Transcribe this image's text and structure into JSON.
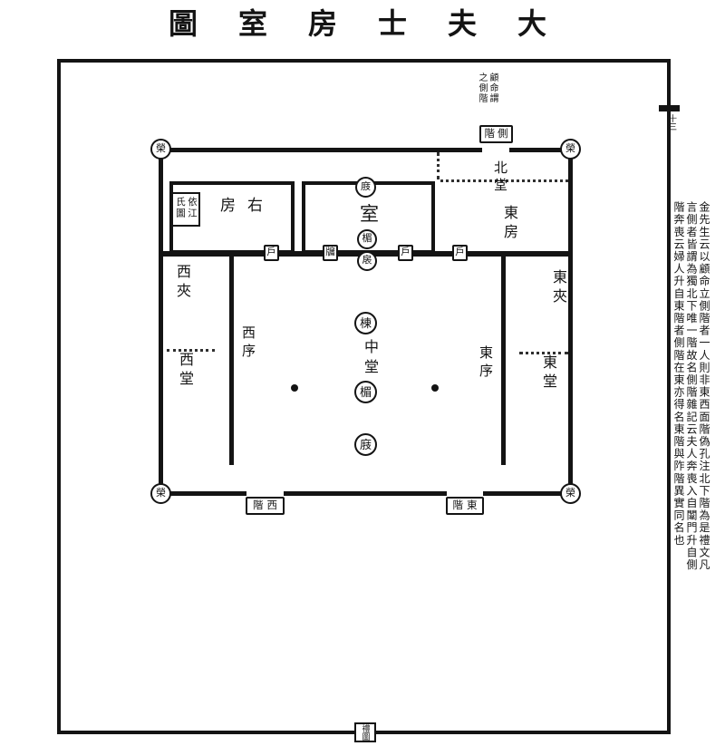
{
  "title": {
    "display": "圖室房士夫大"
  },
  "plan": {
    "corner_marks": {
      "nw": "榮",
      "ne": "榮",
      "sw": "榮",
      "se": "榮"
    },
    "north_side": {
      "stair_label_display": "階側",
      "stair_annotation": "顧命謂之側階",
      "north_hall": "北堂"
    },
    "rooms": {
      "west_room_display": "房右",
      "west_room_note": "依江氏圖",
      "chamber": "室",
      "east_room": "東房"
    },
    "front_wall_marks": {
      "west_room_door": "戶",
      "chamber_window": "牖",
      "rear_lintel": "楣",
      "screen": "扆",
      "chamber_door": "戶",
      "east_room_door": "戶"
    },
    "hall": {
      "west_side_room": "西夾",
      "east_side_room": "東夾",
      "west_hall": "西堂",
      "east_hall": "東堂",
      "west_partition": "西序",
      "east_partition": "東序",
      "middle_hall": "中堂",
      "rear_eave": "庪",
      "ridge": "棟",
      "front_lintel": "楣",
      "front_eave": "庪"
    },
    "stairs": {
      "west_display": "階西",
      "east_display": "階東"
    }
  },
  "margin": {
    "tab_label": "十三",
    "commentary": "金先生云以顧命立側階者一人則非東西面階偽孔注北下階為是禮文凡言側者皆謂為獨北下唯一階故名側階雜記云夫人奔喪入自闈門升自側階奔喪云婦人升自東階者側階在東亦得名東階與阼階異實同名也",
    "colophon": "禮圖"
  }
}
